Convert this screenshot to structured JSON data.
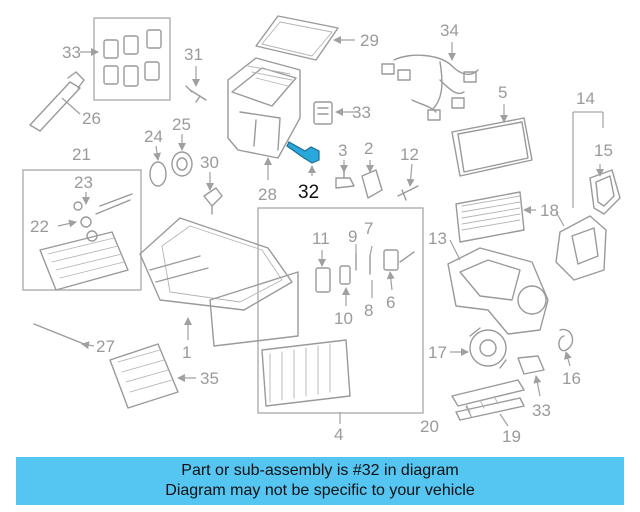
{
  "highlighted_part": "32",
  "callouts": {
    "c1": "1",
    "c2": "2",
    "c3": "3",
    "c4": "4",
    "c5": "5",
    "c6": "6",
    "c7": "7",
    "c8": "8",
    "c9": "9",
    "c10": "10",
    "c11": "11",
    "c12": "12",
    "c13": "13",
    "c14": "14",
    "c15": "15",
    "c16": "16",
    "c17": "17",
    "c18": "18",
    "c19": "19",
    "c20": "20",
    "c21": "21",
    "c22": "22",
    "c23": "23",
    "c24": "24",
    "c25": "25",
    "c26": "26",
    "c27": "27",
    "c28": "28",
    "c29": "29",
    "c30": "30",
    "c31": "31",
    "c32": "32",
    "c33a": "33",
    "c33b": "33",
    "c33c": "33",
    "c34": "34",
    "c35": "35"
  },
  "banner": {
    "line1": "Part or sub-assembly is #32 in diagram",
    "line2": "Diagram may not be specific to your vehicle"
  },
  "colors": {
    "highlight": "#29a8dc",
    "banner_bg": "#55c5f2",
    "line_art": "#9a9a9a"
  }
}
